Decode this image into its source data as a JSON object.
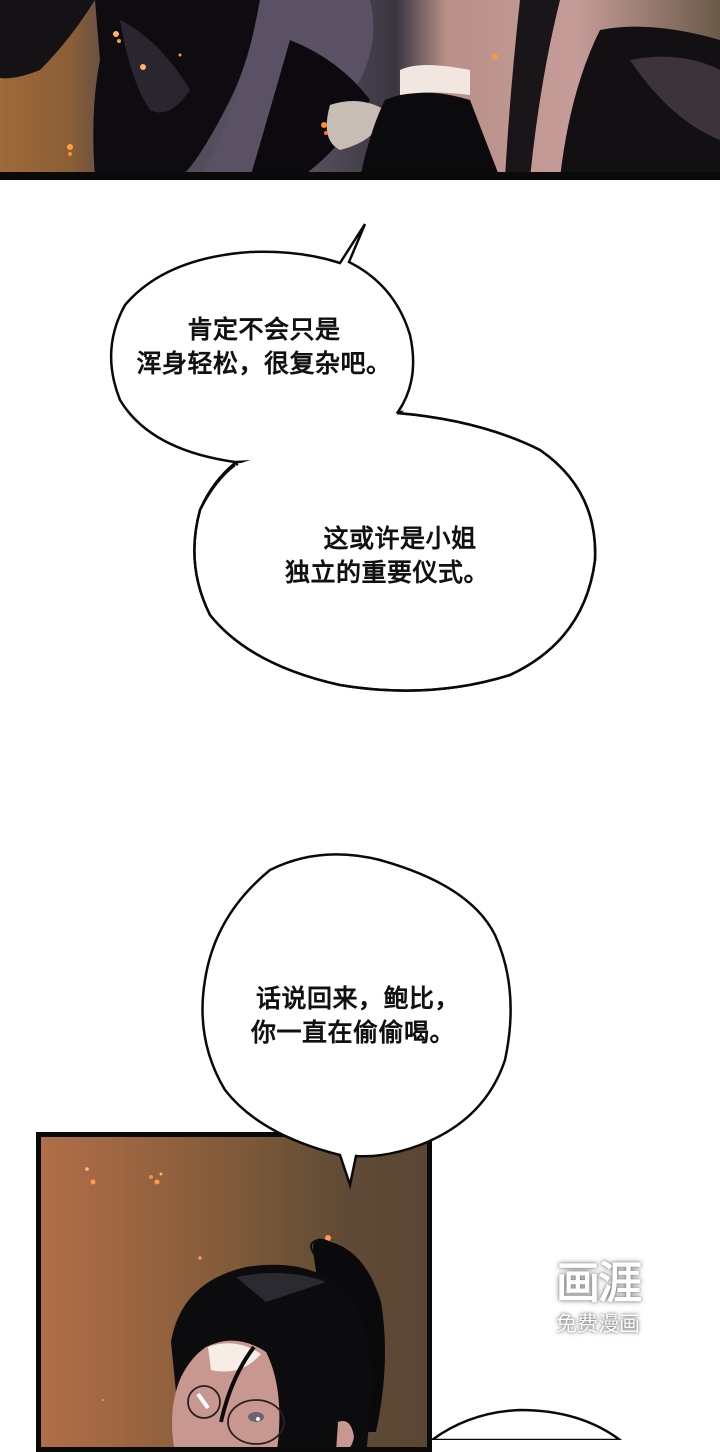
{
  "panels": {
    "top": {
      "description": "dark scene: figures in black coats with orange embers",
      "bg_colors": [
        "#a06a3a",
        "#5e5666",
        "#c69c98"
      ]
    },
    "bottom": {
      "description": "woman with glasses and dark ponytail against orange-brown gradient with embers",
      "bg_colors": [
        "#b06e48",
        "#5a4634"
      ]
    }
  },
  "bubbles": [
    {
      "lines": [
        "肯定不会只是",
        "浑身轻松，很复杂吧。"
      ]
    },
    {
      "lines": [
        "这或许是小姐",
        "独立的重要仪式。"
      ]
    },
    {
      "lines": [
        "话说回来，鲍比，",
        "你一直在偷偷喝。"
      ]
    }
  ],
  "watermark": {
    "logo": "画涯",
    "subtitle": "免费漫画"
  }
}
